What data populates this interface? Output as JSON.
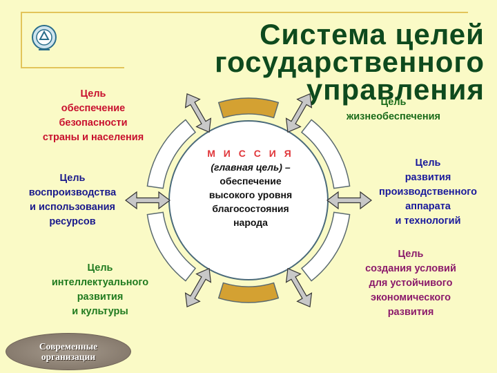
{
  "title": {
    "line1": "Система целей",
    "line2": "государственного",
    "line3": "управления"
  },
  "mission": {
    "heading": "М И С С И Я",
    "subtitle": "(главная цель) –",
    "line1": "обеспечение",
    "line2": "высокого уровня",
    "line3": "благосостояния",
    "line4": "народа"
  },
  "goals": {
    "security": {
      "color": "#c8102e",
      "lines": [
        "Цель",
        "обеспечение",
        "безопасности",
        "страны и населения"
      ]
    },
    "life_support": {
      "color": "#1a6b1a",
      "lines": [
        "Цель",
        "жизнеобеспечения"
      ]
    },
    "resources": {
      "color": "#1a1a8c",
      "lines": [
        "Цель",
        "воспроизводства",
        "и использования",
        "ресурсов"
      ]
    },
    "production": {
      "color": "#1a1a9c",
      "lines": [
        "Цель",
        "развития",
        "производственного",
        "аппарата",
        "и технологий"
      ]
    },
    "intellectual": {
      "color": "#1f7a1f",
      "lines": [
        "Цель",
        "интеллектуального",
        "развития",
        "и культуры"
      ]
    },
    "economic": {
      "color": "#8b1a6b",
      "lines": [
        "Цель",
        "создания условий",
        "для устойчивого",
        "экономического",
        "развития"
      ]
    }
  },
  "badge": {
    "line1": "Современные",
    "line2": "организации"
  },
  "colors": {
    "background": "#fafac6",
    "title": "#0e4a1e",
    "segment_highlight": "#d4a132",
    "segment_plain": "#ffffff",
    "arrow_fill": "#c8c8c8",
    "mission_heading": "#e0363a"
  },
  "icons": {
    "logo": "recycle-globe-icon"
  }
}
